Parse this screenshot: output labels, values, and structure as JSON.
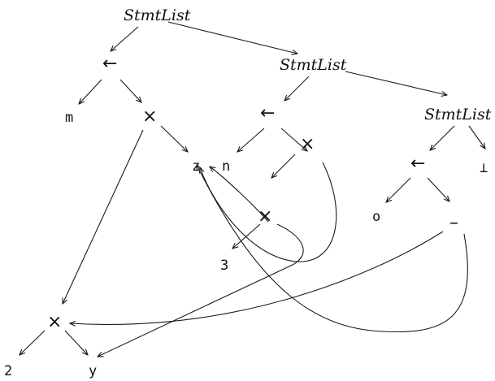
{
  "nodes": {
    "stmtlist_1": "StmtList",
    "stmtlist_2": "StmtList",
    "stmtlist_3": "StmtList",
    "assign_1": "←",
    "assign_2": "←",
    "assign_3": "←",
    "times_1": "×",
    "times_2": "×",
    "times_3": "×",
    "times_4": "×",
    "minus_1": "–",
    "bottom_1": "⊥",
    "var_m": "m",
    "var_z": "z",
    "var_n": "n",
    "var_o": "o",
    "var_y": "y",
    "const_3": "3",
    "const_2": "2"
  },
  "colors": {
    "stroke": "#1a1a1a",
    "text": "#111111",
    "background": "#ffffff"
  }
}
